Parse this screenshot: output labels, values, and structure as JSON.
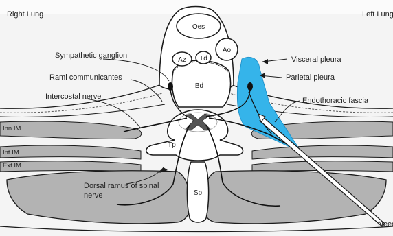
{
  "labels": {
    "right_lung": "Right Lung",
    "left_lung": "Left Lung",
    "sympathetic_ganglion": "Sympathetic ganglion",
    "rami_communicantes": "Rami communicantes",
    "intercostal_nerve": "Intercostal nerve",
    "inn_im": "Inn IM",
    "int_im": "Int IM",
    "ext_im": "Ext IM",
    "dorsal_ramus_line1": "Dorsal ramus of spinal",
    "dorsal_ramus_line2": "nerve",
    "visceral_pleura": "Visceral pleura",
    "parietal_pleura": "Parietal pleura",
    "endothoracic_fascia": "Endothoracic fascia",
    "needle": "Needle"
  },
  "structures": {
    "oesophagus": "Oes",
    "aorta": "Ao",
    "azygos": "Az",
    "thoracic_duct": "Td",
    "vertebral_body": "Bd",
    "transverse_process": "Tp",
    "spinous_process": "Sp"
  },
  "colors": {
    "paravertebral_space": "#35b4ea",
    "muscle": "#b3b3b3",
    "outline": "#1a1a1a"
  }
}
